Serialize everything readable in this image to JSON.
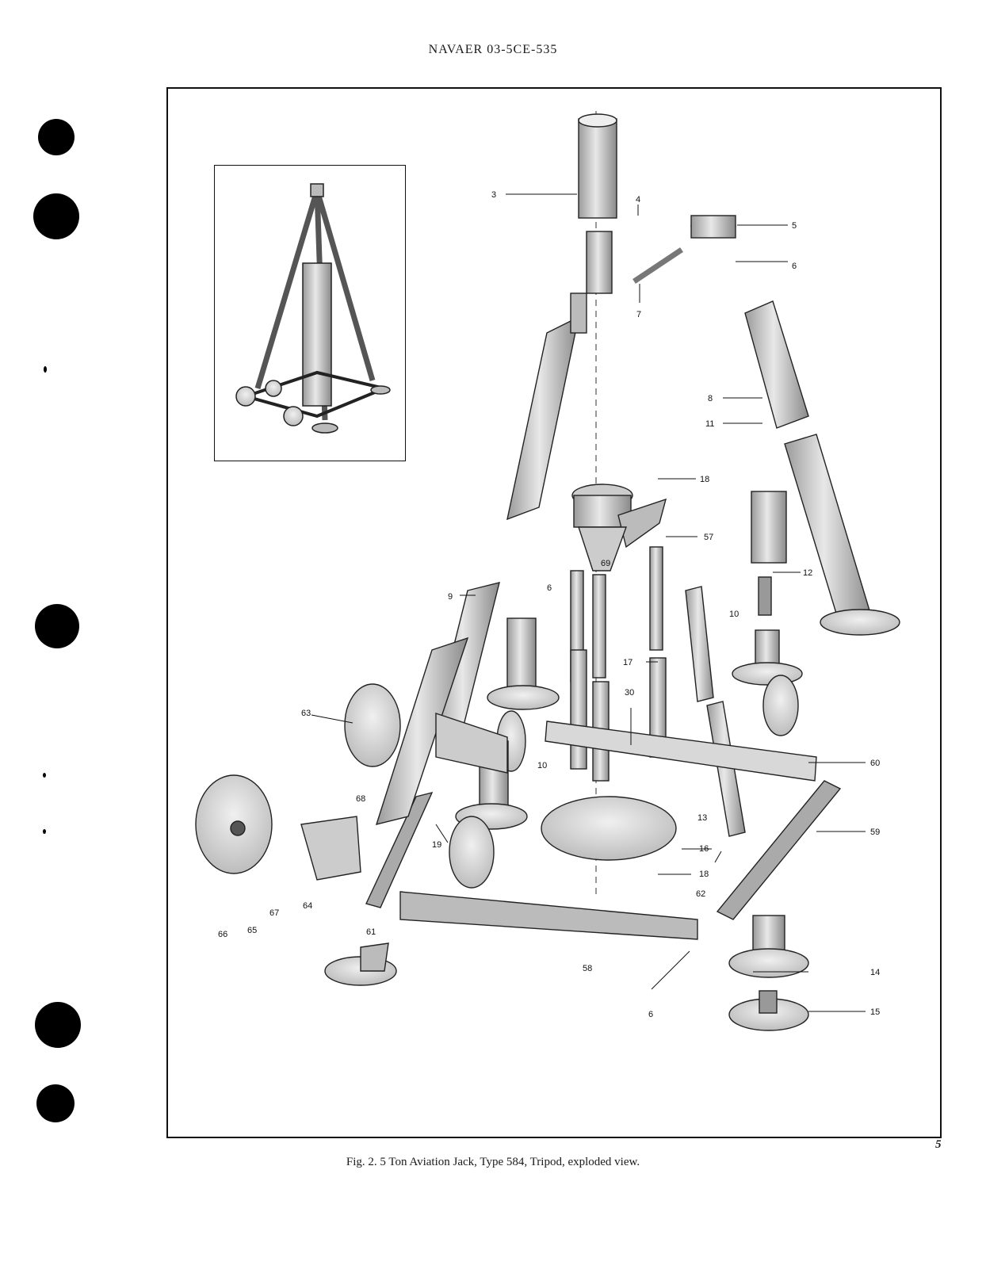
{
  "header": {
    "doc_number": "NAVAER 03-5CE-535"
  },
  "caption": "Fig. 2. 5 Ton Aviation Jack, Type 584, Tripod, exploded view.",
  "page_number": "5",
  "callouts": {
    "c3": "3",
    "c4": "4",
    "c5": "5",
    "c6a": "6",
    "c7": "7",
    "c8": "8",
    "c11": "11",
    "c18a": "18",
    "c57": "57",
    "c6b": "6",
    "c69": "69",
    "c12": "12",
    "c10a": "10",
    "c9": "9",
    "c17": "17",
    "c30": "30",
    "c63": "63",
    "c10b": "10",
    "c60": "60",
    "c68": "68",
    "c59": "59",
    "c13": "13",
    "c16": "16",
    "c18b": "18",
    "c62": "62",
    "c19": "19",
    "c64": "64",
    "c67": "67",
    "c66": "66",
    "c65": "65",
    "c61": "61",
    "c58": "58",
    "c14": "14",
    "c6c": "6",
    "c15": "15"
  }
}
